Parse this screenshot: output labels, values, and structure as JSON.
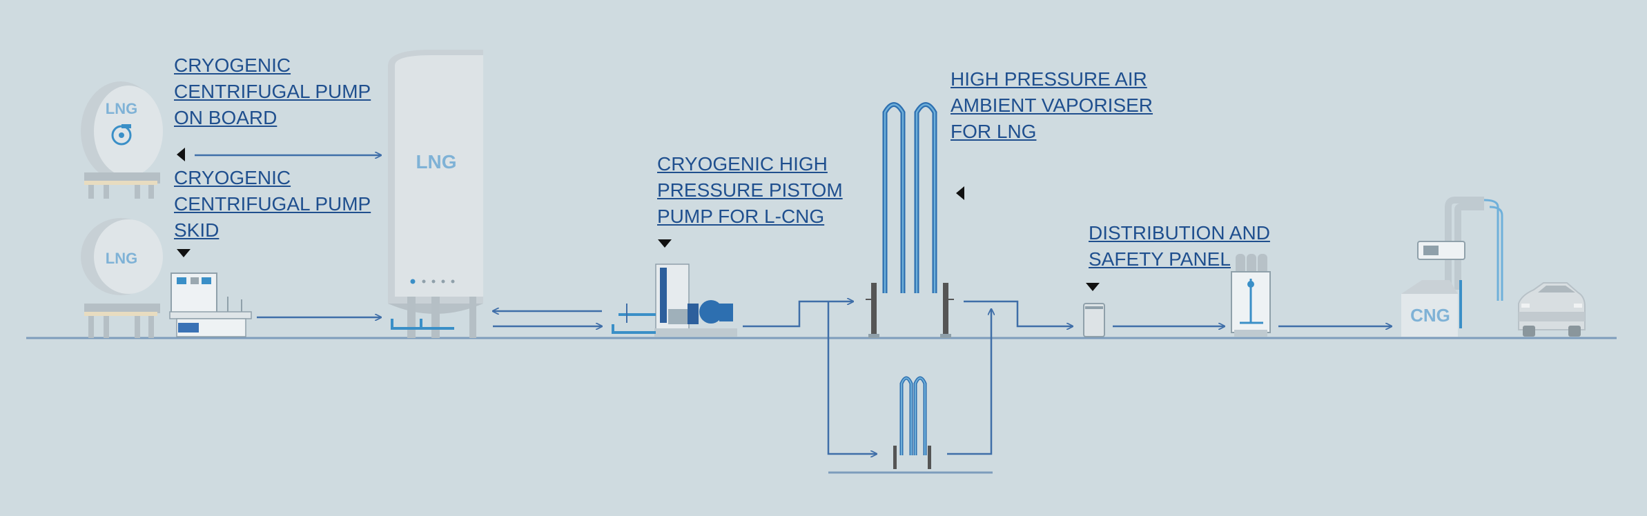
{
  "labels": {
    "centrifugal_on_board": [
      "CRYOGENIC",
      "CENTRIFUGAL PUMP",
      "ON BOARD"
    ],
    "centrifugal_skid": [
      "CRYOGENIC",
      "CENTRIFUGAL PUMP",
      "SKID"
    ],
    "piston_pump": [
      "CRYOGENIC HIGH",
      "PRESSURE PISTOM",
      "PUMP FOR L-CNG"
    ],
    "air_vaporiser": [
      "HIGH PRESSURE AIR",
      "AMBIENT VAPORISER",
      "FOR LNG"
    ],
    "distribution_panel": [
      "DISTRIBUTION AND",
      "SAFETY PANEL"
    ]
  },
  "equipment": {
    "truck_tank_top": "LNG",
    "truck_tank_bottom": "LNG",
    "storage_tank": "LNG",
    "cng_dispenser": "CNG"
  },
  "colors": {
    "background": "#cfdbe0",
    "label": "#1f4f8e",
    "flow_line": "#3f6ea8",
    "accent_blue": "#3a8fc7",
    "equipment_grey": "#bfcad0"
  },
  "icons": [
    "centrifugal-pump-icon",
    "caret-down-icon",
    "caret-left-icon",
    "car-icon"
  ]
}
